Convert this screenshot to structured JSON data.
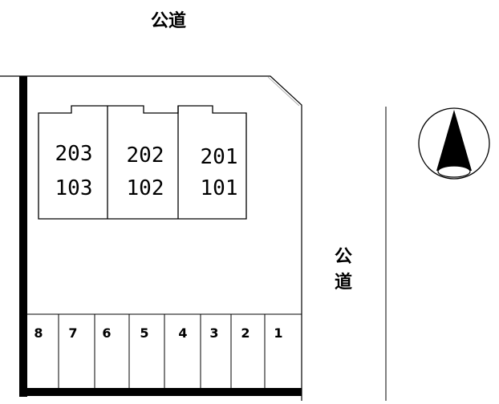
{
  "roads": {
    "top_label": "公道",
    "east_label_line1": "公",
    "east_label_line2": "道"
  },
  "building": {
    "units": [
      {
        "upper": "203",
        "lower": "103"
      },
      {
        "upper": "202",
        "lower": "102"
      },
      {
        "upper": "201",
        "lower": "101"
      }
    ]
  },
  "parking": {
    "slots": [
      "8",
      "7",
      "6",
      "5",
      "4",
      "3",
      "2",
      "1"
    ]
  },
  "compass": {
    "icon": "north-arrow-icon"
  }
}
